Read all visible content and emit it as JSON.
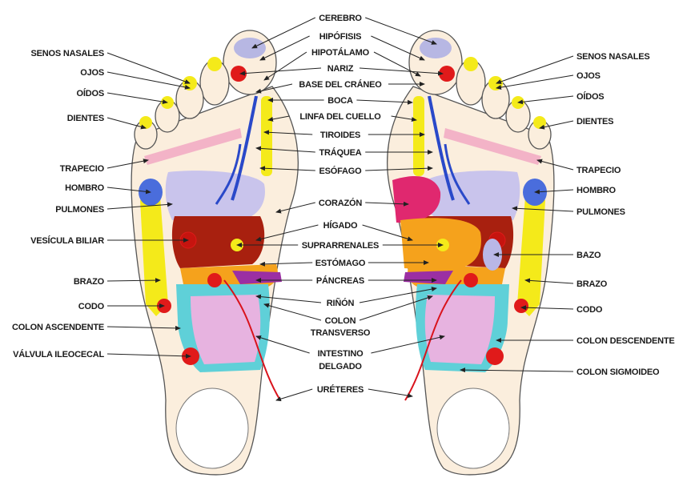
{
  "center_labels": [
    "CEREBRO",
    "HIPÓFISIS",
    "HIPOTÁLAMO",
    "NARIZ",
    "BASE DEL CRÁNEO",
    "BOCA",
    "LINFA DEL CUELLO",
    "TIROIDES",
    "TRÁQUEA",
    "ESÓFAGO",
    "CORAZÓN",
    "HÍGADO",
    "SUPRARRENALES",
    "ESTÓMAGO",
    "PÁNCREAS",
    "RIÑÓN",
    "COLON",
    "TRANSVERSO",
    "INTESTINO",
    "DELGADO",
    "URÉTERES"
  ],
  "left_labels": [
    "SENOS NASALES",
    "OJOS",
    "OÍDOS",
    "DIENTES",
    "TRAPECIO",
    "HOMBRO",
    "PULMONES",
    "VESÍCULA BILIAR",
    "BRAZO",
    "CODO",
    "COLON ASCENDENTE",
    "VÁLVULA ILEOCECAL"
  ],
  "right_labels": [
    "SENOS NASALES",
    "OJOS",
    "OÍDOS",
    "DIENTES",
    "TRAPECIO",
    "HOMBRO",
    "PULMONES",
    "BAZO",
    "BRAZO",
    "CODO",
    "COLON DESCENDENTE",
    "COLON SIGMOIDEO"
  ],
  "colors": {
    "lungs": "#c9c4ec",
    "liver": "#a8200f",
    "intestine": "#e7b3e0",
    "colon": "#5fd0d8",
    "arm": "#f4ea1a",
    "heart": "#e0286f",
    "stomach": "#f5a21c",
    "spleen": "#b9b7e6",
    "dot": "#e01a1a",
    "esophagus": "#2a49c9"
  }
}
